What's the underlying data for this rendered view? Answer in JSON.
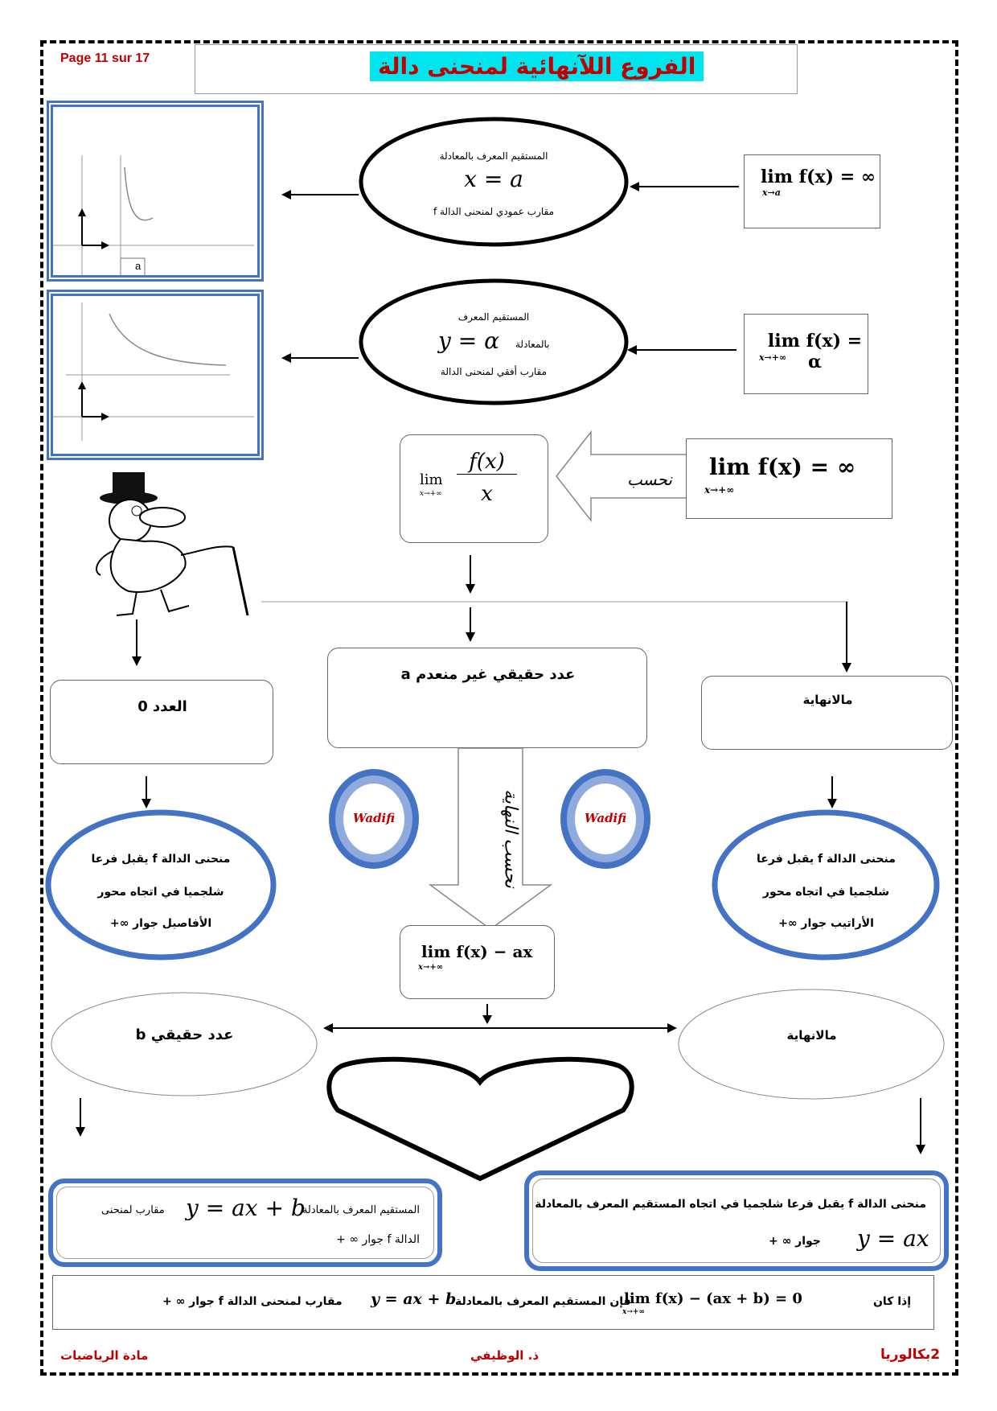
{
  "header": {
    "page": "Page 11 sur 17",
    "title": "الفروع اللآنهائية لمنحنى دالة"
  },
  "row1": {
    "limit": "lim f(x) = ∞",
    "limit_sub": "x→a",
    "oval_top": "المستقيم المعرف بالمعادلة",
    "oval_eq": "x = a",
    "oval_bottom": "مقارب عمودي لمنحنى الدالة f",
    "graph_label": "a"
  },
  "row2": {
    "limit": "lim f(x) = α",
    "limit_sub": "x→+∞",
    "oval_top": "المستقيم المعرف",
    "oval_eq": "y = α",
    "oval_eq_suffix": "بالمعادلة",
    "oval_bottom": "مقارب أفقي لمنحنى الدالة"
  },
  "row3": {
    "limit": "lim f(x) = ∞",
    "limit_sub": "x→+∞",
    "arrow_label": "نحسب",
    "ratio_num": "f(x)",
    "ratio_den": "x",
    "ratio_lim": "lim",
    "ratio_sub": "x→+∞"
  },
  "branches": {
    "zero": "العدد 0",
    "real_nonzero": "عدد حقيقي غير منعدم a",
    "infinity": "مالانهاية",
    "compute_limit": "نحسب النهاية",
    "wadifi_left": "Wadifi",
    "wadifi_right": "Wadifi",
    "left_oval": [
      "منحنى الدالة f يقبل فرعا",
      "شلجميا في اتجاه محور",
      "الأفاصيل جوار ∞+"
    ],
    "right_oval": [
      "منحنى الدالة f يقبل فرعا",
      "شلجميا في اتجاه محور",
      "الأراتيب جوار ∞+"
    ],
    "middle_limit": "lim f(x) − ax",
    "middle_sub": "x→+∞",
    "real_b": "عدد حقيقي b",
    "infinity2": "مالانهاية",
    "left_result": [
      "المستقيم المعرف بالمعادلة",
      "y = ax + b",
      "مقارب لمنحنى",
      "الدالة f جوار ∞ +"
    ],
    "right_result": [
      "منحنى الدالة f يقبل فرعا شلجميا في اتجاه المستقيم المعرف بالمعادلة",
      "y = ax",
      "جوار ∞ +"
    ]
  },
  "footer_rule": {
    "text_a": "إذا كان",
    "limit": "lim f(x) − (ax + b) = 0",
    "limit_sub": "x→+∞",
    "text_b": "فإن المستقيم المعرف بالمعادلة",
    "eq": "y = ax + b",
    "text_c": "مقارب لمنحنى الدالة f جوار ∞ +"
  },
  "footer": {
    "left": "مادة الرياضيات",
    "center": "ذ. الوظيفي",
    "right": "2بكالوريا"
  },
  "colors": {
    "frame_blue": "#4472c4",
    "title_bg": "#00e5ee",
    "red": "#c00000"
  }
}
